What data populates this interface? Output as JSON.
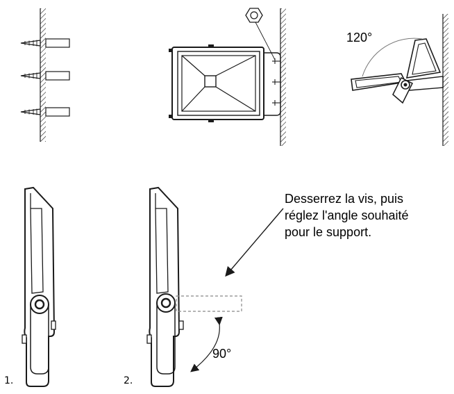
{
  "angles": {
    "rotation_range": "120°",
    "bracket_angle": "90°"
  },
  "instruction": {
    "line1": "Desserrez la vis, puis",
    "line2": "réglez l'angle souhaité",
    "line3": "pour le support."
  },
  "steps": {
    "step1": "1.",
    "step2": "2."
  },
  "colors": {
    "stroke": "#1a1a1a",
    "dashed": "#888888",
    "background": "#ffffff"
  }
}
